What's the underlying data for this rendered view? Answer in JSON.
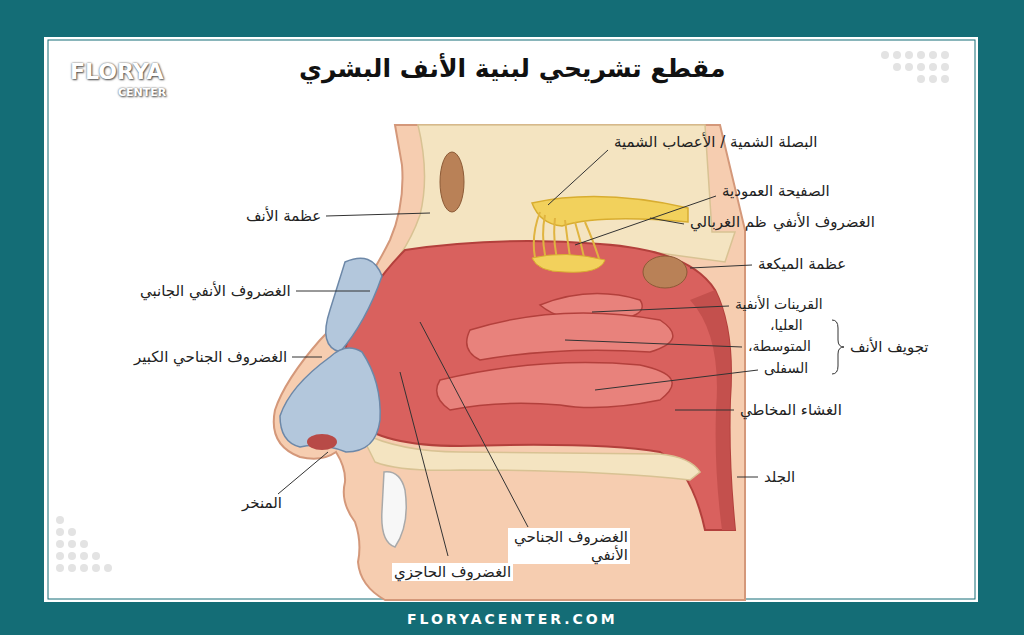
{
  "diagram": {
    "title": "مقطع تشريحي لبنية الأنف البشري",
    "labels": [
      "البصلة الشمية / الأعصاب الشمية",
      "الصفيحة العمودية",
      "الغضروف الأنفي",
      "ظم الغربالي",
      "عظمة الميكعة",
      "القرينات الأنفية",
      "العليا،",
      "المتوسطة،",
      "السفلى",
      "تجويف الأنف",
      "الغشاء المخاطي",
      "الجلد",
      "عظمة الأنف",
      "الغضروف الأنفي الجانبي",
      "الغضروف الجناحي الكبير",
      "المنخر",
      "الغضروف الجناحي الأنفي",
      "الغضروف الحاجزي",
      "FLORYA",
      "CENTER",
      "FLORYACENTER.COM"
    ]
  }
}
